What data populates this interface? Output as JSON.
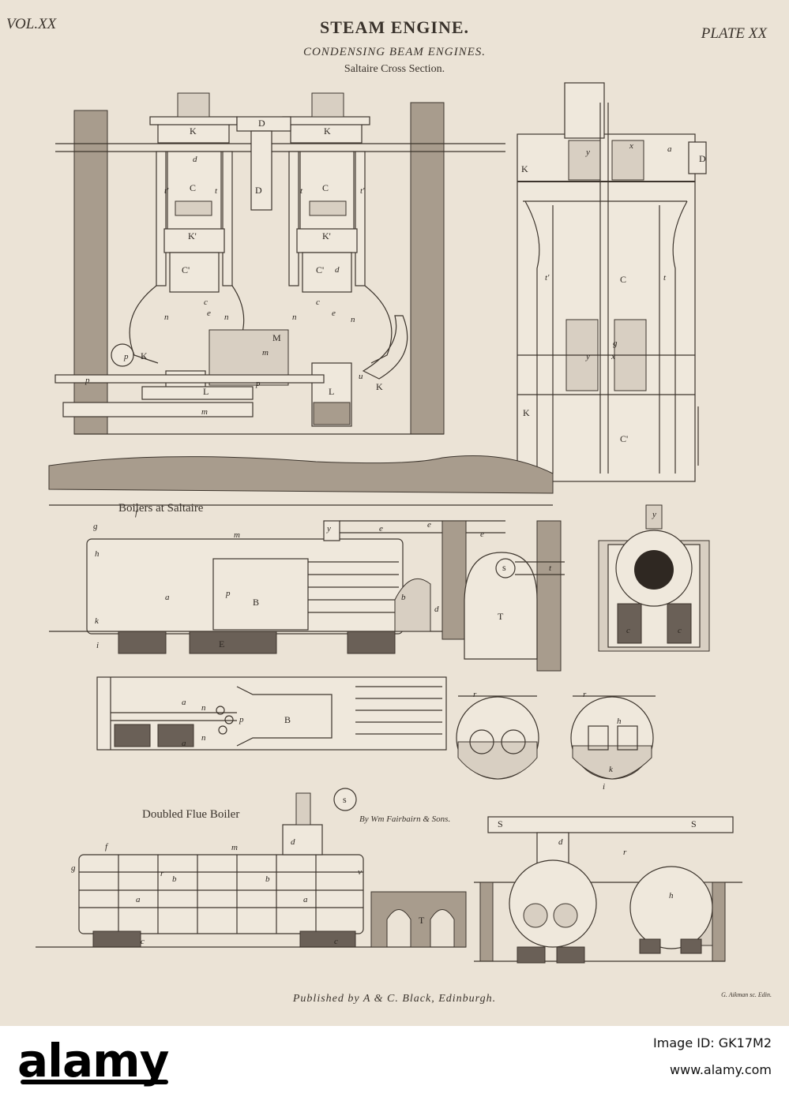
{
  "plate": {
    "volume": "VOL.XX",
    "plate_number": "PLATE XX",
    "title": "STEAM ENGINE.",
    "subtitle": "CONDENSING BEAM ENGINES.",
    "section_caption": "Saltaire Cross Section.",
    "boilers_caption": "Boilers at Saltaire",
    "doubled_caption": "Doubled Flue Boiler",
    "maker_caption": "By Wm Fairbairn & Sons.",
    "publisher": "Published by A & C. Black, Edinburgh.",
    "engraver": "G. Aikman sc. Edin."
  },
  "labels": {
    "K": "K",
    "D": "D",
    "C": "C",
    "C_prime": "C'",
    "K_prime": "K'",
    "t": "t",
    "t_prime": "t'",
    "d": "d",
    "c": "c",
    "e": "e",
    "n": "n",
    "M": "M",
    "m": "m",
    "L": "L",
    "p": "p",
    "u": "u",
    "y": "y",
    "x": "x",
    "g": "g",
    "a": "a",
    "B": "B",
    "E": "E",
    "T": "T",
    "S": "S",
    "s": "s",
    "f": "f",
    "h": "h",
    "k": "k",
    "i": "i",
    "b": "b",
    "r": "r",
    "v": "v"
  },
  "footer": {
    "logo": "alamy",
    "image_id": "Image ID: GK17M2",
    "url": "www.alamy.com"
  },
  "colors": {
    "paper": "#ebe3d6",
    "ink": "#3d352d",
    "footer_bg": "#ffffff"
  }
}
